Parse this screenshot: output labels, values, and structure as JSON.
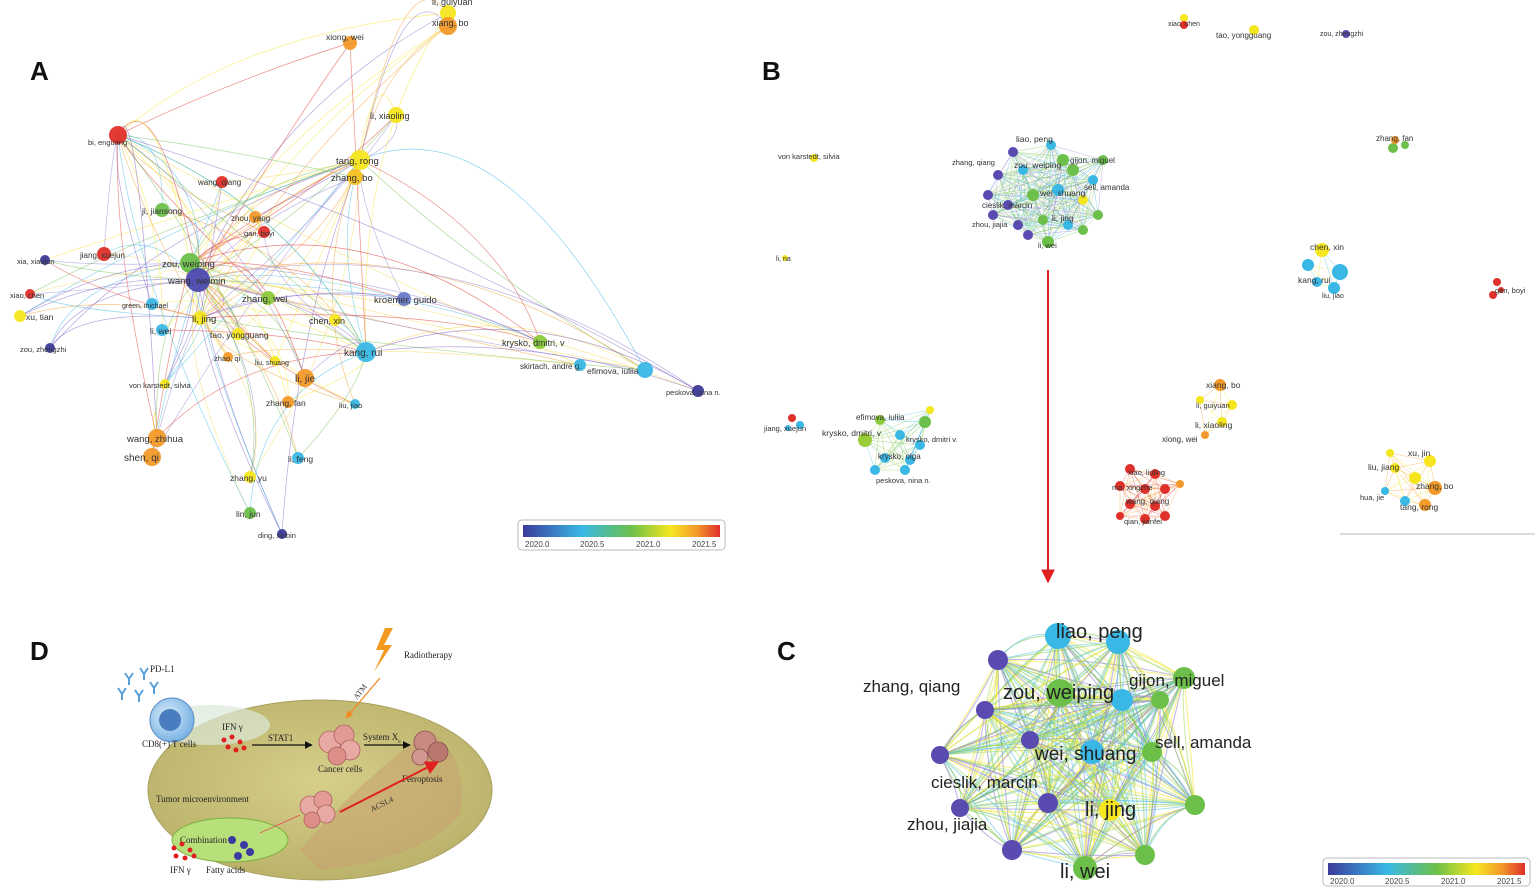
{
  "panels": {
    "A": "A",
    "B": "B",
    "C": "C",
    "D": "D"
  },
  "colorbar": {
    "ticks": [
      "2020.0",
      "2020.5",
      "2021.0",
      "2021.5"
    ],
    "colors": [
      "#3b3b9a",
      "#39b8e6",
      "#6cc04a",
      "#f6e620",
      "#f39a2a",
      "#e0302a"
    ]
  },
  "panel_a": {
    "nodes": [
      {
        "label": "li, guiyuan",
        "color": "#f6e620"
      },
      {
        "label": "xiang, bo",
        "color": "#f39a2a"
      },
      {
        "label": "xiong, wei",
        "color": "#f39a2a"
      },
      {
        "label": "li, xiaoling",
        "color": "#f6e620"
      },
      {
        "label": "bi, enguang",
        "color": "#e0302a"
      },
      {
        "label": "tang, rong",
        "color": "#f6e620"
      },
      {
        "label": "zhang, bo",
        "color": "#f6c020"
      },
      {
        "label": "wang, qiang",
        "color": "#e0302a"
      },
      {
        "label": "ji, jiansong",
        "color": "#6cc04a"
      },
      {
        "label": "zhou, yang",
        "color": "#f39a2a"
      },
      {
        "label": "gan, boyi",
        "color": "#e0302a"
      },
      {
        "label": "xia, xiaojun",
        "color": "#3b3b9a"
      },
      {
        "label": "jiang, xuejun",
        "color": "#e0302a"
      },
      {
        "label": "zou, weiping",
        "color": "#6cc04a"
      },
      {
        "label": "wang, weimin",
        "color": "#4b4bb0"
      },
      {
        "label": "xiao, chen",
        "color": "#e0302a"
      },
      {
        "label": "green, michael",
        "color": "#39b8e6"
      },
      {
        "label": "xu, tian",
        "color": "#f6e620"
      },
      {
        "label": "li, wei",
        "color": "#39b8e6"
      },
      {
        "label": "li, jing",
        "color": "#f6e620"
      },
      {
        "label": "zhang, wei",
        "color": "#8acb3a"
      },
      {
        "label": "kroemer, guido",
        "color": "#6b7ac8"
      },
      {
        "label": "chen, xin",
        "color": "#f6e620"
      },
      {
        "label": "tao, yongguang",
        "color": "#f6e620"
      },
      {
        "label": "kang, rui",
        "color": "#39b8e6"
      },
      {
        "label": "zou, zhengzhi",
        "color": "#3b3b9a"
      },
      {
        "label": "zhao, qi",
        "color": "#f39a2a"
      },
      {
        "label": "liu, shuang",
        "color": "#f6e620"
      },
      {
        "label": "li, jie",
        "color": "#f39a2a"
      },
      {
        "label": "krysko, dmitri, v",
        "color": "#8acb3a"
      },
      {
        "label": "skirtach, andre g.",
        "color": "#39b8e6"
      },
      {
        "label": "efimova, iuliia",
        "color": "#39b8e6"
      },
      {
        "label": "peskova, nina n.",
        "color": "#3b3b9a"
      },
      {
        "label": "von karstedt, silvia",
        "color": "#f6e620"
      },
      {
        "label": "zhang, fan",
        "color": "#f39a2a"
      },
      {
        "label": "liu, jiao",
        "color": "#39b8e6"
      },
      {
        "label": "wang, zhihua",
        "color": "#f39a2a"
      },
      {
        "label": "shen, qi",
        "color": "#f39a2a"
      },
      {
        "label": "li, feng",
        "color": "#39b8e6"
      },
      {
        "label": "zhang, yu",
        "color": "#f6e620"
      },
      {
        "label": "lin, jun",
        "color": "#6cc04a"
      },
      {
        "label": "ding, xinbin",
        "color": "#3b3b9a"
      }
    ]
  },
  "panel_b": {
    "labels": [
      "xiao, chen",
      "tao, yongguang",
      "zou, zhengzhi",
      "von karstedt, silvia",
      "liao, peng",
      "zhang, qiang",
      "zou, weiping",
      "gijon, miguel",
      "wei, shuang",
      "sell, amanda",
      "cieslik, marcin",
      "li, jing",
      "zhou, jiajia",
      "li, wei",
      "zhang, fan",
      "li, na",
      "chen, xin",
      "kang, rui",
      "liu, jiao",
      "gan, boyi",
      "xiang, bo",
      "li, guiyuan",
      "li, xiaoling",
      "xiong, wei",
      "efimova, iuliia",
      "jiang, xuejun",
      "krysko, dmitri, v",
      "krysko, dmitri v.",
      "krysko, olga",
      "peskova, nina n.",
      "xiao, liuling",
      "ma, xingzhe",
      "wang, qiang",
      "qian, jianfei",
      "xu, jin",
      "liu, jiang",
      "zhang, bo",
      "hua, jie",
      "tang, rong"
    ]
  },
  "panel_c": {
    "nodes": [
      {
        "label": "liao, peng",
        "color": "#39b8e6"
      },
      {
        "label": "zhang, qiang",
        "color": "#5a4bb0"
      },
      {
        "label": "zou, weiping",
        "color": "#6cc04a"
      },
      {
        "label": "gijon, miguel",
        "color": "#6cc04a"
      },
      {
        "label": "wei, shuang",
        "color": "#39b8e6"
      },
      {
        "label": "sell, amanda",
        "color": "#6cc04a"
      },
      {
        "label": "cieslik, marcin",
        "color": "#5a4bb0"
      },
      {
        "label": "li, jing",
        "color": "#f6e620"
      },
      {
        "label": "zhou, jiajia",
        "color": "#5a4bb0"
      },
      {
        "label": "li, wei",
        "color": "#6cc04a"
      }
    ]
  },
  "panel_d": {
    "pdl1": "PD-L1",
    "radiotherapy": "Radiotherapy",
    "atm": "ATM",
    "ifn_top": "IFN γ",
    "cd8": "CD8(+) T cells",
    "stat1": "STAT1",
    "system_xc": "System X",
    "system_xc_sub": "c",
    "cancer_cells": "Cancer cells",
    "ferroptosis": "Ferroptosis",
    "tme": "Tumor microenvironment",
    "acsl4": "ACSL4",
    "combination": "Combination",
    "ifn_bottom": "IFN γ",
    "fatty_acids": "Fatty acids"
  }
}
